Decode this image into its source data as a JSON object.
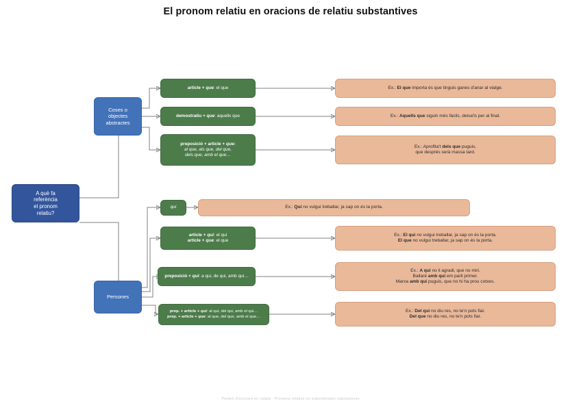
{
  "title": "El pronom relatiu en oracions de relatiu substantives",
  "footer": "Parlem d'escriure en català · Pronoms relatius en subordinades substantives",
  "colors": {
    "blue_root": "#33559b",
    "blue_category": "#4272b8",
    "green_rule": "#4d7c4b",
    "peach_example": "#eab99a",
    "connector": "#808080",
    "page_background": "#ffffff"
  },
  "root": {
    "label": "A què fa referència el pronom relatiu?",
    "lines": [
      "A què fa",
      "referència",
      "el pronom",
      "relatiu?"
    ]
  },
  "categories": [
    {
      "id": "coses",
      "label": "Coses o objectes abstractes",
      "lines": [
        "Coses o",
        "objectes",
        "abstractes"
      ]
    },
    {
      "id": "persones",
      "label": "Persones",
      "lines": [
        "Persones"
      ]
    }
  ],
  "rules": [
    {
      "id": "article-que",
      "lines": [
        {
          "strong": "article + ",
          "em": "que",
          "rest": ": el que"
        }
      ]
    },
    {
      "id": "demostratiu-que",
      "lines": [
        {
          "strong": "demostratiu + ",
          "em": "que",
          "rest": ": aquells que"
        }
      ]
    },
    {
      "id": "preposicio-article-que",
      "head": {
        "strong": "preposició + article + ",
        "em": "que",
        "rest": ":"
      },
      "detail": [
        "al que, als que, del que,",
        "dels que, amb el que…"
      ]
    },
    {
      "id": "qui",
      "em_only": "qui"
    },
    {
      "id": "article-qui-que",
      "lines": [
        {
          "strong": "article + ",
          "em": "qui",
          "rest": ": el qui"
        },
        {
          "strong": "article + ",
          "em": "que",
          "rest": ": el que"
        }
      ]
    },
    {
      "id": "preposicio-qui",
      "lines": [
        {
          "strong": "preposició + ",
          "em": "qui",
          "rest": ": a qui, de qui, amb qui…"
        }
      ]
    },
    {
      "id": "prep-article-qui-que",
      "lines": [
        {
          "strong": "prep. + article + ",
          "em": "qui",
          "rest": ": al qui, del qui, amb el qui…"
        },
        {
          "strong": "prep. + article + ",
          "em": "que",
          "rest": ": al que, del que, amb el que…"
        }
      ]
    }
  ],
  "examples": [
    {
      "id": "ex-article-que",
      "lines": [
        {
          "prefix": "Ex.: ",
          "bold": "El que",
          "rest": " importa és que tinguis ganes d'anar al viatge."
        }
      ]
    },
    {
      "id": "ex-demostratiu-que",
      "lines": [
        {
          "prefix": "Ex.: ",
          "bold": "Aquells que",
          "rest": " siguin més fàcils, deixa'ls per al final."
        }
      ]
    },
    {
      "id": "ex-preposicio-article-que",
      "lines": [
        {
          "prefix": "Ex.: Aprofita't ",
          "bold": "dels que",
          "rest": " puguis,"
        },
        {
          "prefix": "",
          "bold": "",
          "rest": "que després serà massa tard."
        }
      ]
    },
    {
      "id": "ex-qui",
      "lines": [
        {
          "prefix": "Ex.: ",
          "bold": "Qui",
          "rest": " no vulgui treballar, ja sap on és la porta."
        }
      ]
    },
    {
      "id": "ex-article-qui-que",
      "lines": [
        {
          "prefix": "Ex.: ",
          "bold": "El qui",
          "rest": " no vulgui treballar, ja sap on és la porta."
        },
        {
          "prefix": "",
          "bold": "El que",
          "rest": " no vulgui treballar, ja sap on és la porta."
        }
      ]
    },
    {
      "id": "ex-preposicio-qui",
      "lines": [
        {
          "prefix": "Ex.: ",
          "bold": "A qui",
          "rest": " no li agradi, que no miri."
        },
        {
          "prefix": "Ballaré ",
          "bold": "amb qui",
          "rest": " em parli primer."
        },
        {
          "prefix": "Marxa ",
          "bold": "amb qui",
          "rest": " puguis, que no hi ha prou cotxes."
        }
      ]
    },
    {
      "id": "ex-prep-article-qui-que",
      "lines": [
        {
          "prefix": "Ex.: ",
          "bold": "Del qui",
          "rest": " no diu res, no te'n pots fiar."
        },
        {
          "prefix": "",
          "bold": "Del que",
          "rest": " no diu res, no te'n pots fiar."
        }
      ]
    }
  ]
}
